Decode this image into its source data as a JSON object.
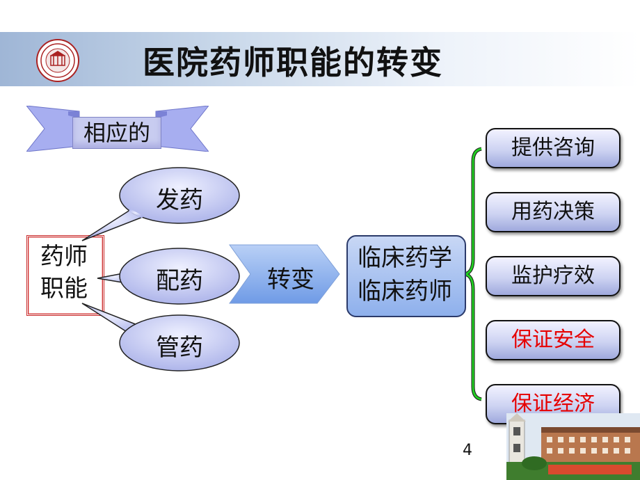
{
  "title": "医院药师职能的转变",
  "ribbon_label": "相应的",
  "pharmacist_functions_label": [
    "药师",
    "职能"
  ],
  "bubbles": [
    "发药",
    "配药",
    "管药"
  ],
  "arrow_label": "转变",
  "clinical": [
    "临床药学",
    "临床药师"
  ],
  "outcomes": [
    {
      "label": "提供咨询",
      "color": "#111111"
    },
    {
      "label": "用药决策",
      "color": "#111111"
    },
    {
      "label": "监护疗效",
      "color": "#111111"
    },
    {
      "label": "保证安全",
      "color": "#e60000"
    },
    {
      "label": "保证经济",
      "color": "#e60000"
    }
  ],
  "page_number": "4",
  "colors": {
    "title_band": "#c9d8ea",
    "bubble_fill": "#c8cdf2",
    "arrow_fill": "#8fb3ee",
    "brace": "#22cc22",
    "func_border": "#c92a2a"
  }
}
